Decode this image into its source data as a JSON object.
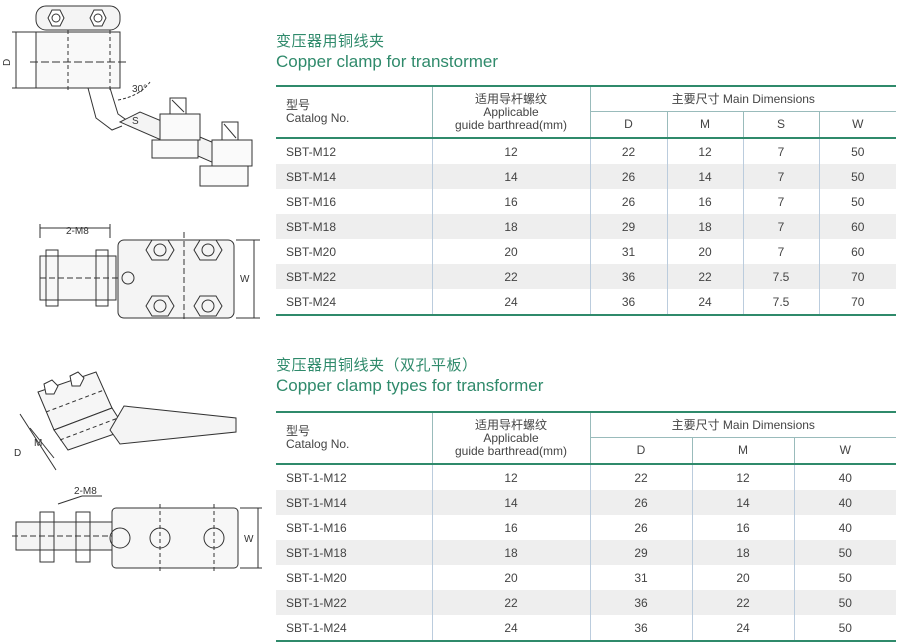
{
  "section1": {
    "title_cn": "变压器用铜线夹",
    "title_en": "Copper clamp for transtormer",
    "drawing_labels": {
      "d": "D",
      "angle": "30°",
      "s": "S",
      "bolt": "2-M8",
      "w": "W"
    },
    "table": {
      "header": {
        "catalog_cn": "型号",
        "catalog_en": "Catalog No.",
        "guide_cn": "适用导杆螺纹",
        "guide_en1": "Applicable",
        "guide_en2": "guide barthread(mm)",
        "main_dims": "主要尺寸 Main Dimensions",
        "dims": [
          "D",
          "M",
          "S",
          "W"
        ]
      },
      "rows": [
        [
          "SBT-M12",
          "12",
          "22",
          "12",
          "7",
          "50"
        ],
        [
          "SBT-M14",
          "14",
          "26",
          "14",
          "7",
          "50"
        ],
        [
          "SBT-M16",
          "16",
          "26",
          "16",
          "7",
          "50"
        ],
        [
          "SBT-M18",
          "18",
          "29",
          "18",
          "7",
          "60"
        ],
        [
          "SBT-M20",
          "20",
          "31",
          "20",
          "7",
          "60"
        ],
        [
          "SBT-M22",
          "22",
          "36",
          "22",
          "7.5",
          "70"
        ],
        [
          "SBT-M24",
          "24",
          "36",
          "24",
          "7.5",
          "70"
        ]
      ]
    }
  },
  "section2": {
    "title_cn": "变压器用铜线夹（双孔平板）",
    "title_en": "Copper clamp types for transformer",
    "drawing_labels": {
      "d": "D",
      "m": "M",
      "bolt": "2-M8",
      "w": "W"
    },
    "table": {
      "header": {
        "catalog_cn": "型号",
        "catalog_en": "Catalog No.",
        "guide_cn": "适用导杆螺纹",
        "guide_en1": "Applicable",
        "guide_en2": "guide barthread(mm)",
        "main_dims": "主要尺寸 Main Dimensions",
        "dims": [
          "D",
          "M",
          "W"
        ]
      },
      "rows": [
        [
          "SBT-1-M12",
          "12",
          "22",
          "12",
          "40"
        ],
        [
          "SBT-1-M14",
          "14",
          "26",
          "14",
          "40"
        ],
        [
          "SBT-1-M16",
          "16",
          "26",
          "16",
          "40"
        ],
        [
          "SBT-1-M18",
          "18",
          "29",
          "18",
          "50"
        ],
        [
          "SBT-1-M20",
          "20",
          "31",
          "20",
          "50"
        ],
        [
          "SBT-1-M22",
          "22",
          "36",
          "22",
          "50"
        ],
        [
          "SBT-1-M24",
          "24",
          "36",
          "24",
          "50"
        ]
      ]
    }
  }
}
